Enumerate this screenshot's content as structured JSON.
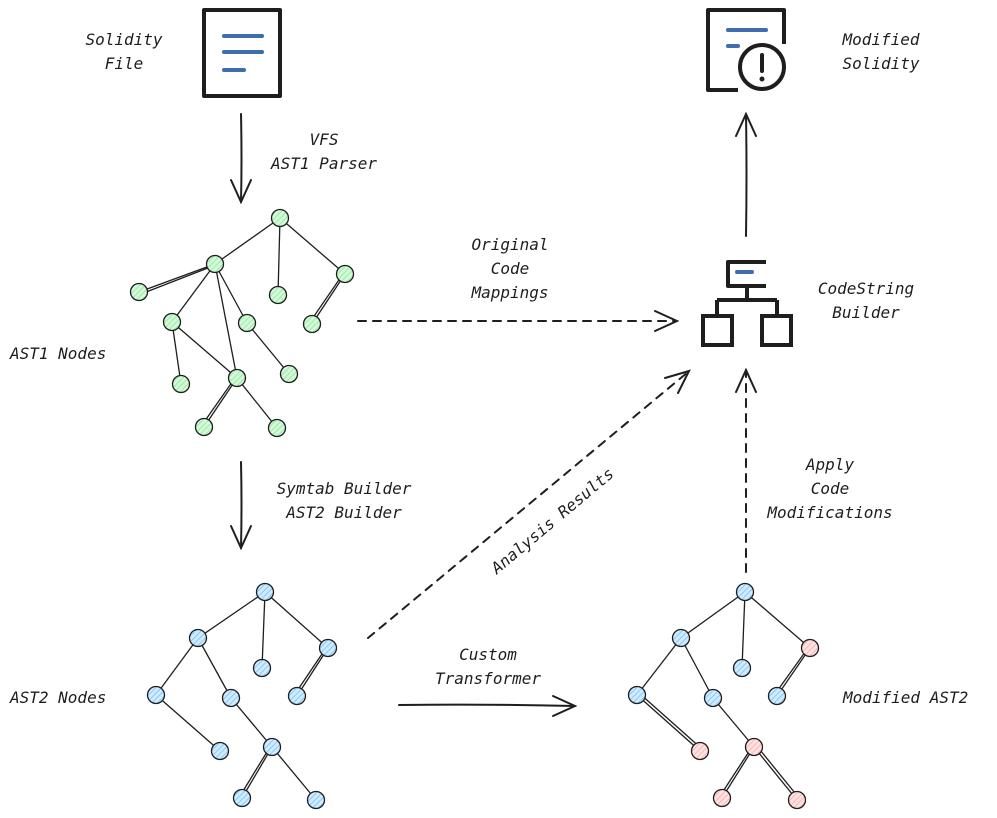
{
  "labels": {
    "solidity_file": [
      "Solidity",
      "File"
    ],
    "vfs_parser": [
      "VFS",
      "AST1 Parser"
    ],
    "ast1_nodes": "AST1 Nodes",
    "original_code_mappings": [
      "Original",
      "Code",
      "Mappings"
    ],
    "modified_solidity": [
      "Modified",
      "Solidity"
    ],
    "codestring_builder": [
      "CodeString",
      "Builder"
    ],
    "symtab_builder": [
      "Symtab Builder",
      "AST2 Builder"
    ],
    "analysis_results": "Analysis Results",
    "apply_code_modifications": [
      "Apply",
      "Code",
      "Modifications"
    ],
    "ast2_nodes": "AST2 Nodes",
    "custom_transformer": [
      "Custom",
      "Transformer"
    ],
    "modified_ast2": "Modified AST2"
  },
  "colors": {
    "stroke": "#1e1e1e",
    "accent_blue": "#3f6db0",
    "node_green": "#b2f2bb",
    "node_green_stroke": "#2f9e44",
    "node_blue": "#a5d8ff",
    "node_blue_stroke": "#1c7ed6",
    "node_red": "#ffc9c9",
    "node_red_stroke": "#e03131"
  },
  "icons": {
    "source_file": "document-icon",
    "modified_file": "document-alert-icon",
    "builder": "hierarchy-icon"
  }
}
